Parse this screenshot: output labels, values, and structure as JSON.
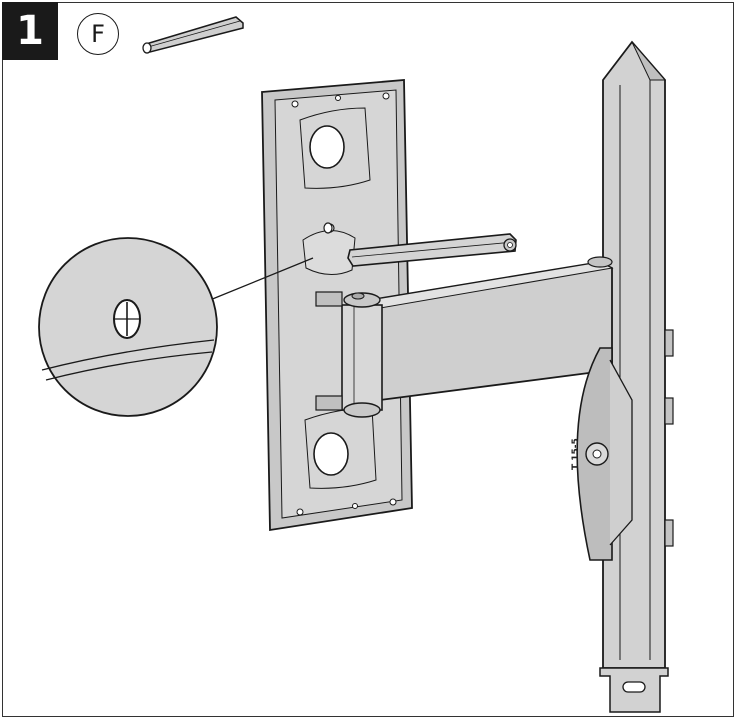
{
  "step": {
    "number": "1"
  },
  "part": {
    "label": "F",
    "icon": "hex-key-icon"
  },
  "arm": {
    "stamp": "T 15-5"
  },
  "colors": {
    "badge": "#1a1a1a",
    "metal": "#d0d0d0",
    "metal_dark": "#a8a8a8",
    "outline": "#1a1a1a"
  }
}
